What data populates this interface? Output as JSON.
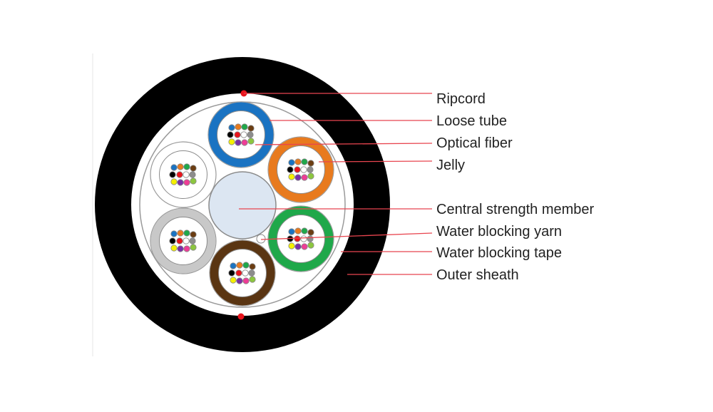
{
  "labels": {
    "ripcord": "Ripcord",
    "loose_tube": "Loose tube",
    "optical_fiber": "Optical fiber",
    "jelly": "Jelly",
    "central_strength_member": "Central strength member",
    "water_blocking_yarn": "Water blocking yarn",
    "water_blocking_tape": "Water blocking tape",
    "outer_sheath": "Outer sheath"
  },
  "colors": {
    "sheath": "#000000",
    "leader": "#e8454f",
    "ripcord": "#e8141c",
    "central_member": "#dce6f2",
    "tubes": [
      "#1a73c2",
      "#e87a1e",
      "#1fa84a",
      "#5a3512",
      "#c8c8c8",
      "#ffffff"
    ],
    "fibers": [
      "#1a73c2",
      "#e87a1e",
      "#1fa84a",
      "#6b3d12",
      "#000000",
      "#e8141c",
      "#ffffff",
      "#8c8c8c",
      "#f5f000",
      "#7a2fa8",
      "#ee3d96",
      "#8cc63f"
    ]
  }
}
